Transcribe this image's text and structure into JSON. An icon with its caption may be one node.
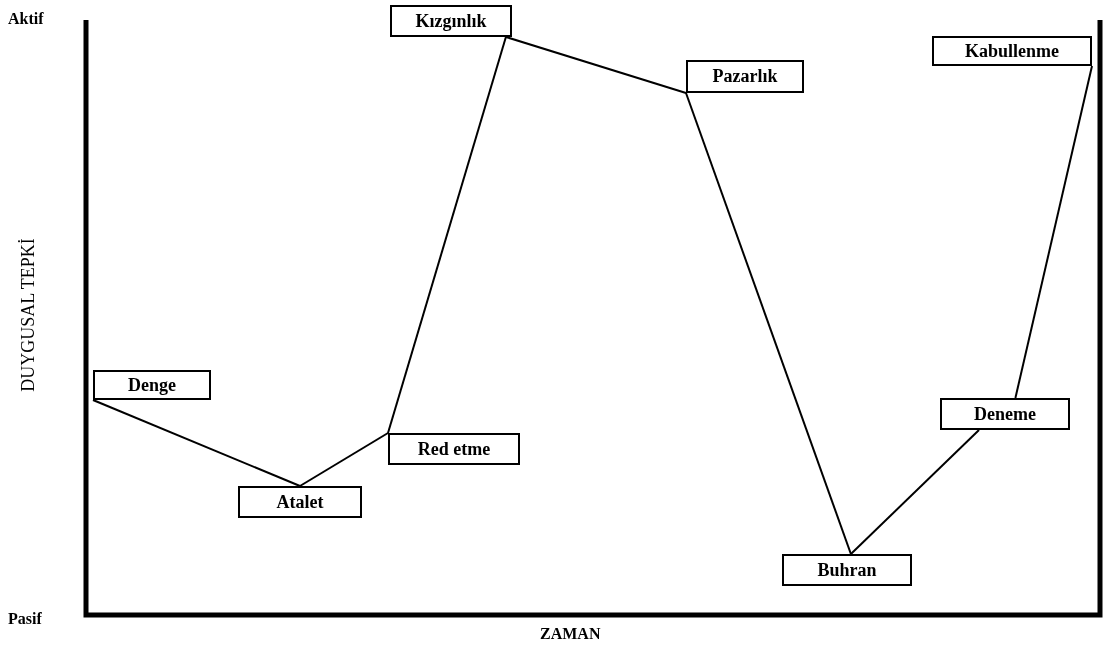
{
  "diagram": {
    "nodes": [
      {
        "text": [
          "Denge"
        ]
      },
      {
        "text": [
          "Atalet"
        ]
      },
      {
        "text": [
          "Red etme"
        ]
      },
      {
        "text": [
          "Kızgınlık"
        ]
      },
      {
        "text": [
          "Pazarlık"
        ]
      },
      {
        "text": [
          "Buhran"
        ]
      },
      {
        "text": [
          "Deneme"
        ]
      },
      {
        "text": [
          "Kabullenme"
        ]
      }
    ],
    "edges": [
      {
        "from": 0,
        "to": 1,
        "arrow": "none"
      },
      {
        "from": 1,
        "to": 2,
        "arrow": "none"
      },
      {
        "from": 2,
        "to": 3,
        "arrow": "none"
      },
      {
        "from": 3,
        "to": 4,
        "arrow": "none"
      },
      {
        "from": 4,
        "to": 5,
        "arrow": "none"
      },
      {
        "from": 5,
        "to": 6,
        "arrow": "none"
      },
      {
        "from": 6,
        "to": 7,
        "arrow": "none"
      }
    ],
    "labels": [
      "Aktif",
      "DUYGUSAL TEPKİ",
      "Pasif",
      "ZAMAN"
    ]
  }
}
